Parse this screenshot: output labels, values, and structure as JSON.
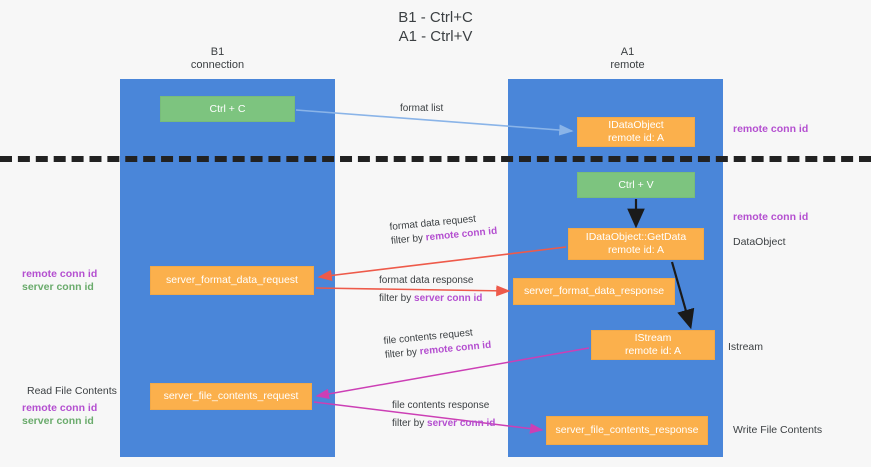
{
  "diagram": {
    "title": "B1 - Ctrl+C\nA1 - Ctrl+V",
    "colors": {
      "lane": "#4a86d9",
      "green_node": "#7dc47f",
      "orange_node": "#fbb04c",
      "purple_label": "#b44fd0",
      "green_label": "#6aab6c",
      "blue_arrow": "#8ab4e8",
      "red_arrow": "#ee5a4a",
      "magenta_arrow": "#cc3fb5",
      "black_arrow": "#1a1a1a",
      "background": "#f7f7f7"
    },
    "columns": [
      {
        "id": "b1",
        "label": "B1\nconnection"
      },
      {
        "id": "a1",
        "label": "A1\nremote"
      }
    ],
    "nodes": [
      {
        "id": "ctrl_c",
        "label": "Ctrl + C",
        "style": "green"
      },
      {
        "id": "idataobject",
        "label": "IDataObject\nremote id: A",
        "style": "orange"
      },
      {
        "id": "ctrl_v",
        "label": "Ctrl + V",
        "style": "green"
      },
      {
        "id": "getdata",
        "label": "IDataObject::GetData\nremote id: A",
        "style": "orange"
      },
      {
        "id": "sfd_request",
        "label": "server_format_data_request",
        "style": "orange"
      },
      {
        "id": "sfd_response",
        "label": "server_format_data_response",
        "style": "orange"
      },
      {
        "id": "istream",
        "label": "IStream\nremote id: A",
        "style": "orange"
      },
      {
        "id": "sfc_request",
        "label": "server_file_contents_request",
        "style": "orange"
      },
      {
        "id": "sfc_response",
        "label": "server_file_contents_response",
        "style": "orange"
      }
    ],
    "edge_labels": {
      "format_list": "format list",
      "format_data_request": "format data request",
      "format_data_request_filter_prefix": "filter by ",
      "format_data_request_filter_key": "remote conn id",
      "format_data_response": "format data response",
      "format_data_response_filter_prefix": "filter by ",
      "format_data_response_filter_key": "server conn id",
      "file_contents_request": "file contents request",
      "file_contents_request_filter_prefix": "filter by ",
      "file_contents_request_filter_key": "remote conn id",
      "file_contents_response": "file contents response",
      "file_contents_response_filter_prefix": "filter by ",
      "file_contents_response_filter_key": "server conn id"
    },
    "annotations": {
      "right_remote_conn_id_top": "remote conn id",
      "right_remote_conn_id_mid": "remote conn id",
      "right_dataobject": "DataObject",
      "right_istream": "Istream",
      "right_write_file_contents": "Write File Contents",
      "left_remote_conn_id_mid": "remote conn id",
      "left_server_conn_id_mid": "server conn id",
      "left_read_file_contents": "Read File Contents",
      "left_remote_conn_id_bottom": "remote conn id",
      "left_server_conn_id_bottom": "server conn id"
    }
  }
}
